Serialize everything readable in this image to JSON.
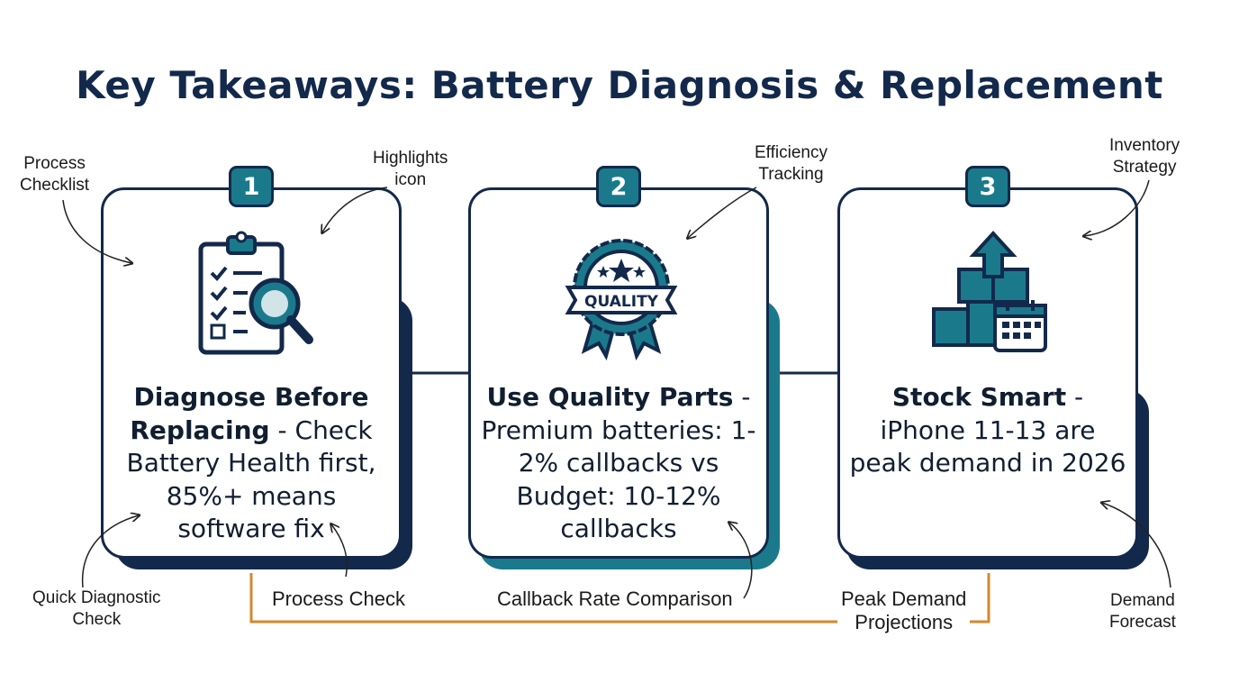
{
  "title": "Key Takeaways: Battery Diagnosis & Replacement",
  "colors": {
    "navy": "#13294b",
    "teal": "#1a7a8c",
    "orange": "#d18a2e"
  },
  "cards": [
    {
      "number": "1",
      "icon": "clipboard-magnifier-icon",
      "headline": "Diagnose Before Replacing",
      "body": " - Check Battery Health first, 85%+ means software fix"
    },
    {
      "number": "2",
      "icon": "quality-badge-icon",
      "badge_text": "QUALITY",
      "headline": "Use Quality Parts",
      "body": " - Premium batteries: 1-2% callbacks vs Budget: 10-12% callbacks"
    },
    {
      "number": "3",
      "icon": "boxes-calendar-icon",
      "headline": "Stock Smart",
      "body": " - iPhone 11-13 are peak demand in 2026"
    }
  ],
  "annotations": {
    "process_checklist": "Process\nChecklist",
    "highlights_icon": "Highlights\nicon",
    "efficiency_tracking": "Efficiency\nTracking",
    "inventory_strategy": "Inventory\nStrategy",
    "quick_diagnostic_check": "Quick Diagnostic\nCheck",
    "demand_forecast": "Demand\nForecast"
  },
  "bracket_labels": {
    "process_check": "Process Check",
    "callback_rate_comparison": "Callback Rate Comparison",
    "peak_demand_projections": "Peak Demand\nProjections"
  }
}
